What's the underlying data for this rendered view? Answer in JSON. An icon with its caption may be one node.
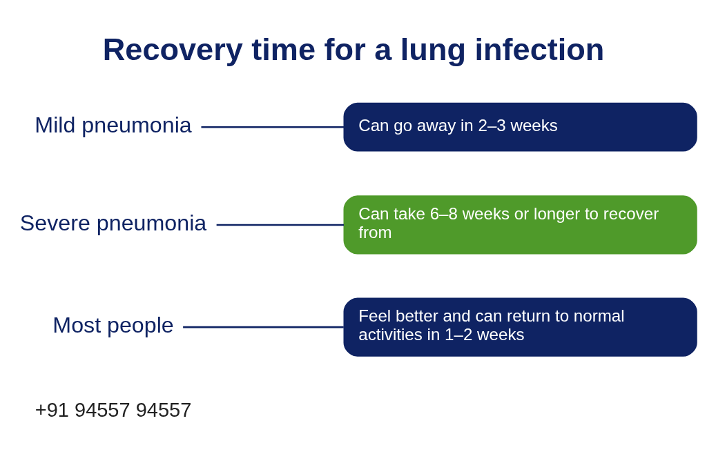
{
  "diagram": {
    "title": "Recovery time for a lung infection",
    "nodes": [
      {
        "text": [
          "Mild pneumonia"
        ]
      },
      {
        "text": [
          "Can go away in 2–3 weeks"
        ]
      },
      {
        "text": [
          "Severe pneumonia"
        ]
      },
      {
        "text": [
          "Can take 6–8 weeks or longer to recover from"
        ]
      },
      {
        "text": [
          "Most people"
        ]
      },
      {
        "text": [
          "Feel better and can return to normal activities in 1–2 weeks"
        ]
      }
    ],
    "edges": [
      {
        "from": 0,
        "to": 1,
        "arrow": "none"
      },
      {
        "from": 2,
        "to": 3,
        "arrow": "none"
      },
      {
        "from": 4,
        "to": 5,
        "arrow": "none"
      }
    ],
    "labels": [
      "+91 94557 94557"
    ]
  }
}
